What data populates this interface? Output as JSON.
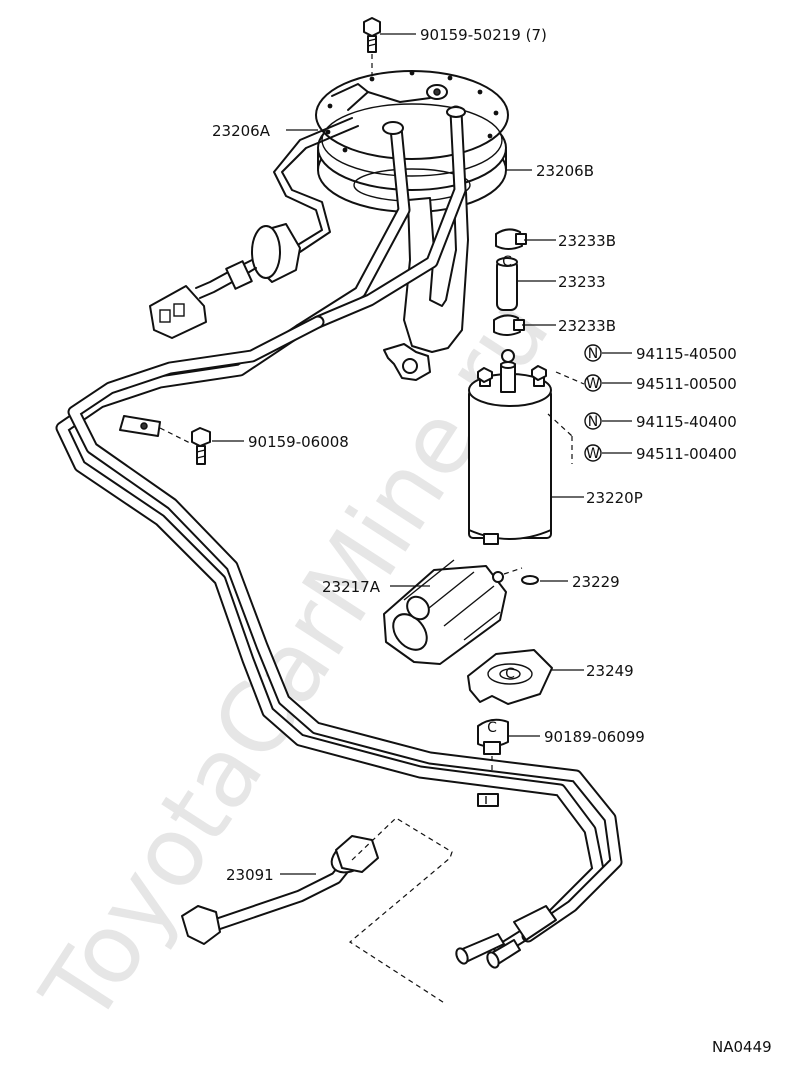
{
  "diagram": {
    "watermark": "ToyotaCarMine.ru",
    "diagram_code": "NA0449",
    "callouts": [
      {
        "id": "screw-top",
        "text": "90159-50219 (7)"
      },
      {
        "id": "cover-a",
        "text": "23206A"
      },
      {
        "id": "cover-b",
        "text": "23206B"
      },
      {
        "id": "clamp-upper",
        "text": "23233B"
      },
      {
        "id": "hose",
        "text": "23233"
      },
      {
        "id": "clamp-lower",
        "text": "23233B"
      },
      {
        "id": "nut-large",
        "text": "94115-40500"
      },
      {
        "id": "washer-large",
        "text": "94511-00500"
      },
      {
        "id": "nut-small",
        "text": "94115-40400"
      },
      {
        "id": "washer-small",
        "text": "94511-00400"
      },
      {
        "id": "screw-bracket",
        "text": "90159-06008"
      },
      {
        "id": "pump",
        "text": "23220P"
      },
      {
        "id": "cushion",
        "text": "23217A"
      },
      {
        "id": "clip",
        "text": "23229"
      },
      {
        "id": "filter",
        "text": "23249"
      },
      {
        "id": "grommet",
        "text": "90189-06099"
      },
      {
        "id": "tube",
        "text": "23091"
      }
    ],
    "symbols": {
      "nut": "N",
      "washer": "W",
      "pipe_connector": "C"
    }
  }
}
